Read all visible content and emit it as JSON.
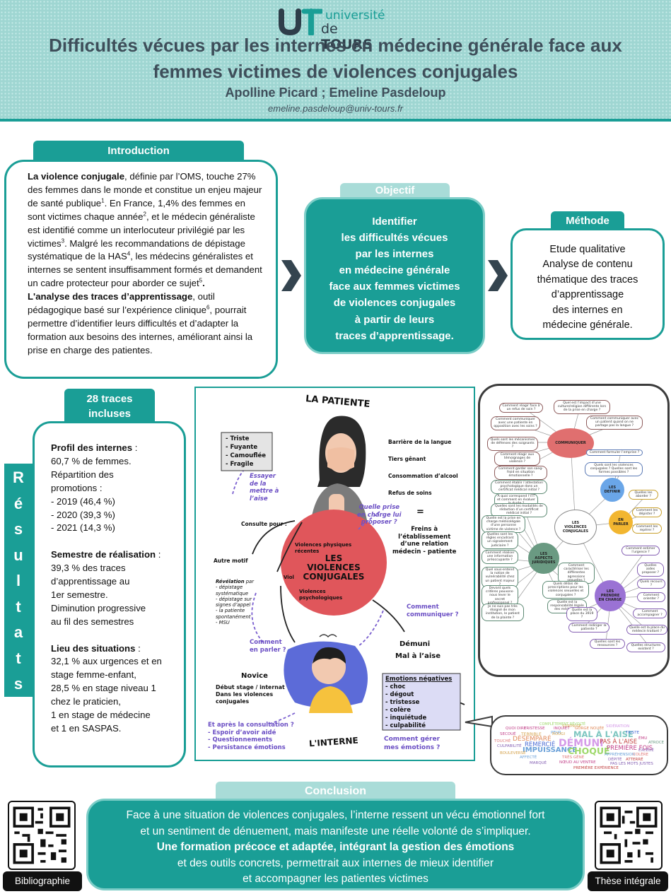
{
  "header": {
    "logo_word1": "université",
    "logo_word2_pre": "de ",
    "logo_word2_bold": "TOURS",
    "title_line1": "Difficultés vécues par les internes en médecine générale face aux",
    "title_line2": "femmes victimes de violences conjugales",
    "authors": "Apolline Picard ; Emeline Pasdeloup",
    "email": "emeline.pasdeloup@univ-tours.fr"
  },
  "introduction": {
    "heading": "Introduction",
    "p1_bold": "La violence conjugale",
    "p1_a": ", définie par l’OMS, touche 27% des femmes dans le monde et constitue un enjeu majeur de santé publique",
    "p1_s1": "1",
    "p1_b": ". En France, 1,4% des femmes en sont victimes chaque année",
    "p1_s2": "2",
    "p1_c": ", et le médecin généraliste est identifié comme un interlocuteur privilégié par les victimes",
    "p1_s3": "3",
    "p1_d": ". Malgré les recommandations de dépistage systématique de la HAS",
    "p1_s4": "4",
    "p1_e": ", les médecins généralistes et internes se sentent insuffisamment formés et demandent un cadre protecteur pour aborder ce sujet",
    "p1_s5": "5",
    "p1_f": ".",
    "p2_bold": "L'analyse des traces d’apprentissage",
    "p2_a": ", outil pédagogique basé sur l’expérience clinique",
    "p2_s6": "6",
    "p2_b": ", pourrait permettre d’identifier leurs difficultés et d’adapter la formation aux besoins des internes, améliorant ainsi la prise en charge des patientes."
  },
  "objectif": {
    "heading": "Objectif",
    "lines": [
      "Identifier",
      "les difficultés vécues",
      "par les internes",
      "en médecine générale",
      "face aux femmes victimes",
      "de violences conjugales",
      "à partir de leurs",
      "traces d’apprentissage."
    ]
  },
  "methode": {
    "heading": "Méthode",
    "lines": [
      "Etude qualitative",
      "Analyse de contenu",
      "thématique des traces",
      "d’apprentissage",
      "des internes en",
      "médecine générale."
    ]
  },
  "resultats": {
    "vertical": [
      "R",
      "é",
      "s",
      "u",
      "l",
      "t",
      "a",
      "t",
      "s"
    ],
    "tab_line1": "28 traces",
    "tab_line2": "incluses",
    "profil_title": "Profil des internes",
    "profil_colon": " :",
    "profil_lines": [
      "60,7 % de femmes.",
      "Répartition des",
      "promotions :",
      "- 2019 (46,4 %)",
      "- 2020 (39,3 %)",
      "- 2021 (14,3 %)"
    ],
    "semestre_title": "Semestre de réalisation",
    "semestre_colon": " :",
    "semestre_lines": [
      "39,3 % des traces",
      "d’apprentissage au",
      "1er semestre.",
      "Diminution progressive",
      "au fil des semestres"
    ],
    "lieu_title": "Lieu des situations",
    "lieu_colon": " :",
    "lieu_lines": [
      "32,1 % aux urgences et en",
      "stage femme-enfant,",
      "28,5 % en stage niveau 1",
      "chez le praticien,",
      "1 en stage  de médecine",
      "et 1 en SASPAS."
    ]
  },
  "figure": {
    "patiente": "LA PATIENTE",
    "interne": "L'INTERNE",
    "states": [
      "- Triste",
      "- Fuyante",
      "- Camouflée",
      "- Fragile"
    ],
    "barriers": [
      "Barrière de la langue",
      "Tiers gênant",
      "Consommation d’alcool",
      "Refus de soins"
    ],
    "essayer": [
      "Essayer",
      "de la",
      "mettre à",
      "l’aise"
    ],
    "prise": [
      "Quelle prise",
      "en charge lui",
      "proposer ?"
    ],
    "equals": "=",
    "freins": [
      "Freins à",
      "l’établissement",
      "d’une relation",
      "médecin - patiente"
    ],
    "consulte": "Consulte pour :",
    "autre_motif": "Autre motif",
    "revelation_title": "Révélation",
    "revelation_par": " par",
    "revelation": [
      "- dépistage",
      "systématique",
      "- dépistage sur",
      "signes d’appel",
      "- la patiente",
      "spontanément",
      "- MSU"
    ],
    "circle_small1": [
      "Violences physiques",
      "récentes"
    ],
    "circle_main": [
      "LES",
      "VIOLENCES",
      "CONJUGALES"
    ],
    "viol": "Viol",
    "circle_small2": [
      "Violences",
      "psychologiques"
    ],
    "comment_communiquer": [
      "Comment",
      "communiquer ?"
    ],
    "comment_parler": [
      "Comment",
      "en parler ?"
    ],
    "demuni": "Démuni",
    "mal": "Mal à l’aise",
    "novice": "Novice",
    "debut": [
      "Début stage / internat",
      "Dans les violences",
      "conjugales"
    ],
    "emotions_title": "Emotions négatives",
    "emotions": [
      "- choc",
      "- dégout",
      "- tristesse",
      "- colère",
      "- inquiétude",
      "- culpabilité"
    ],
    "apres": [
      "Et après la consultation ?",
      "- Espoir d’avoir aidé",
      "- Questionnements",
      "- Persistance émotions"
    ],
    "gerer": [
      "Comment gérer",
      "mes émotions ?"
    ]
  },
  "mindmap": {
    "center": [
      "LES",
      "VIOLENCES",
      "CONJUGALES"
    ],
    "communiquer": "COMMUNIQUER",
    "definir": [
      "LES",
      "DEFINIR"
    ],
    "en_parler": [
      "EN",
      "PARLER"
    ],
    "aspects": [
      "LES",
      "ASPECTS",
      "JURIDIQUES"
    ],
    "prendre": [
      "LES",
      "PRENDRE",
      "EN CHARGE"
    ],
    "comm_items": [
      "Comment réagir face à un refus de soin ?",
      "Quel est l’impact d’une culture/religion différente lors de la prise en charge ?",
      "Comment communiquer avec une patiente en opposition avec les soins ?",
      "Comment communiquer avec un patient quand on ne partage pas la langue ?",
      "Quels sont les mécanismes de défenses des soignants ?",
      "Comment réagir aux témoignages de violence ?",
      "Comment garder son sang-froid en situation émotionnelle ?"
    ],
    "def_items": [
      "Comment formuler l’emprise ?",
      "Quels sont les violences conjugales ? Quelles sont les formes possibles ?"
    ],
    "parler_items": [
      "Quelles les aborder ?",
      "Comment les dépister ?",
      "Comment les repérer ?"
    ],
    "jur_items": [
      "Comment établir l’attestation psychologique dans un certificat médical initial ?",
      "A quoi correspond l’ITT et comment en évaluer la durée ?",
      "Quelles sont les modalités de rédaction d’un certificat médical initial ?",
      "Quelle est la prise en charge médicolégale d’une personne victime de violence ?",
      "Quelles sont les règles encadrant un signalement judiciaire ?",
      "Comment réaliser une information préoccupante ?",
      "Quel sous-entend la notion de vulnérabilité chez un patient majeur ?",
      "Devant quels critères pouvons-nous lever le secret professionnel ?",
      "Je ne suis pas très éloigné de mon institution, le patient de la plainte ?",
      "Comment caractériser les différentes agressions sexuelles ?",
      "Quels délais de prescriptions pour les violences sexuelles et conjugales ?",
      "Quelle est la responsabilité légale des médecins ?"
    ],
    "prendre_items": [
      "Comment estimer l’urgence ?",
      "Quelles aides proposer ?",
      "Quels recours ?",
      "Comment orienter ?",
      "Comment accompagner ?",
      "Quelle est la place du médecin traitant ?",
      "Quelles structures existent ?",
      "Quelle est la place du 3919 ?",
      "Comment rediriger la patiente ?",
      "Quelles sont les ressources ?"
    ]
  },
  "wordcloud": [
    "QUOI DIRE",
    "TRISTESSE",
    "IMPUISSANCE",
    "DÉMUNI",
    "MAL À L'AISE",
    "CHOQUÉ",
    "DÉSEMPARÉ",
    "REMERCIÉ",
    "PAS À L'AISE",
    "PREMIÈRE FOIS",
    "CULPABILITÉ",
    "SECOUÉ",
    "TERRIBLE",
    "TOUCHÉ",
    "APPRÉHENSION",
    "DÉPITÉ",
    "ATTERRÉ",
    "ÉMU",
    "ATROCE",
    "BOULEVERSÉ",
    "AFFECTÉ",
    "TRÈS GÊNÉ",
    "NŒUD AU VENTRE",
    "PAS LES MOTS JUSTES",
    "PREMIÈRE EXPÉRIENCE",
    "MARQUÉ",
    "SIDÉRATION",
    "SURPRISE",
    "PEUR",
    "GORGE NOUÉE",
    "COMPLÈTEMENT RÉVOLTÉ",
    "TRISTE",
    "EXCÉDÉ",
    "INQUIET",
    "ROUGI",
    "COLÈRE"
  ],
  "conclusion": {
    "heading": "Conclusion",
    "line1": "Face à une situation de violences conjugales, l’interne ressent un vécu émotionnel fort",
    "line2": "et un sentiment de dénuement, mais manifeste une réelle volonté de s’impliquer.",
    "line3": "Une formation précoce et adaptée, intégrant la gestion des émotions",
    "line4": "et des outils concrets, permettrait aux internes de mieux identifier",
    "line5": "et accompagner les patientes victimes"
  },
  "qr": {
    "left_label": "Bibliographie",
    "right_label": "Thèse intégrale"
  },
  "colors": {
    "teal": "#1a9e96",
    "teal_light": "#a9dcd8",
    "header_bg": "#9fd6d2",
    "title_text": "#3e4e5a",
    "circle_red": "#e0565b"
  }
}
